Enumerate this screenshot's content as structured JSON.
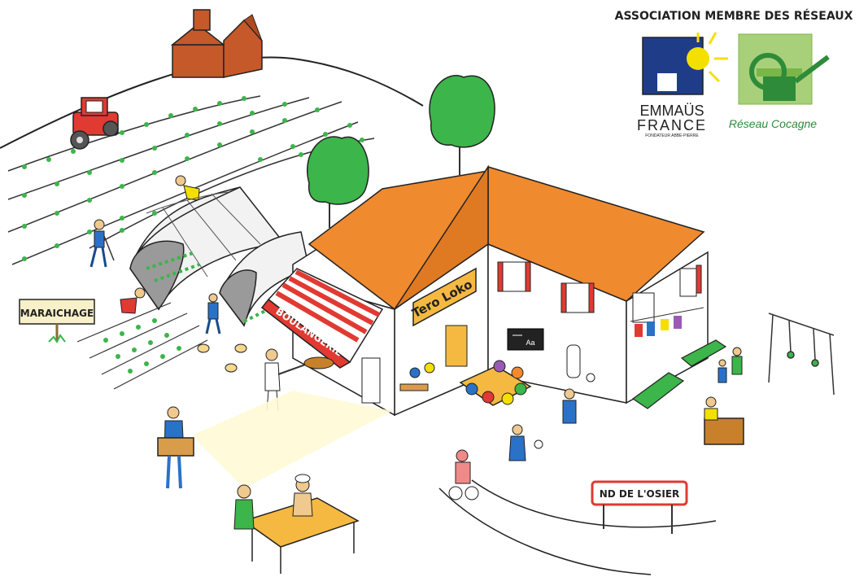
{
  "header": {
    "network_title": "ASSOCIATION MEMBRE DES RÉSEAUX"
  },
  "logos": {
    "emmaus": {
      "line1": "EMMAÜS",
      "line2": "FRANCE",
      "tagline": "FONDATEUR ABBÉ-PIERRE",
      "color": "#1f3c88",
      "sun_color": "#f4e000"
    },
    "cocagne": {
      "name": "Réseau Cocagne",
      "color": "#7ab648",
      "dark_color": "#2e8b3a"
    }
  },
  "signs": {
    "maraichage": "MARAICHAGE",
    "bakery": "BOULANGERIE",
    "building": "Tero Loko",
    "town": "ND DE L'OSIER",
    "board": "Aa"
  },
  "colors": {
    "roof": "#f08a2e",
    "tractor": "#e03a32",
    "tree": "#3cb54a",
    "church": "#c5592a",
    "awning": "#e03a32",
    "table": "#f5b942",
    "light": "#fffbd6"
  },
  "icons": [
    "tractor-icon",
    "church-icon",
    "greenhouse-icon",
    "tree-icon",
    "sun-icon",
    "watering-can-icon",
    "swing-icon",
    "bicycle-icon"
  ]
}
